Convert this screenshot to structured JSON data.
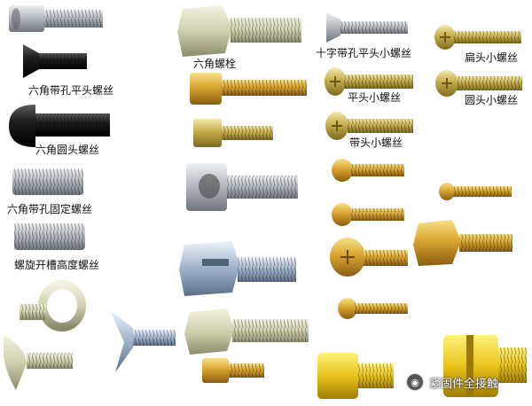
{
  "labels": {
    "socket_flat_head": "六角带孔平头螺丝",
    "socket_button_head": "六角圆头螺丝",
    "socket_set_screw": "六角带孔固定螺丝",
    "slotted_set_screw": "螺旋开槽高度螺丝",
    "hex_bolt": "六角螺栓",
    "phillips_flat_small": "十字带孔平头小螺丝",
    "flat_small": "平头小螺丝",
    "flanged_small": "带头小螺丝",
    "pan_small": "扁头小螺丝",
    "round_small": "圆头小螺丝"
  },
  "watermark": {
    "text": "紧固件全接触",
    "icon": "wechat-icon"
  },
  "colors": {
    "steel": "#b9bec4",
    "black_oxide": "#1b1b1b",
    "brass": "#d9a52f",
    "zinc_yellow": "#c9b045",
    "blue_zinc": "#9fb4cc"
  }
}
